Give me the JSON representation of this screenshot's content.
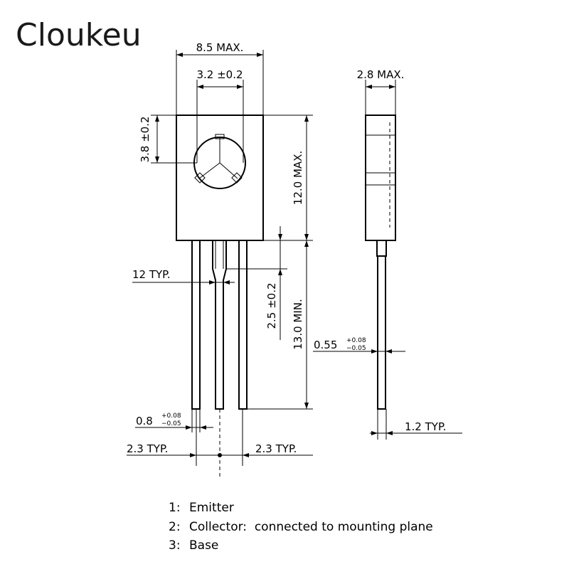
{
  "brand": "Cloukeu",
  "front_view": {
    "width_max": "8.5 MAX.",
    "hole_pitch": "3.2 ±0.2",
    "hole_offset": "3.8 ±0.2",
    "body_height_max": "12.0 MAX.",
    "lead_typ": "12 TYP.",
    "lead_step": "2.5 ±0.2",
    "lead_length_min": "13.0 MIN.",
    "lead_width": "0.8",
    "lead_width_tol_plus": "+0.08",
    "lead_width_tol_minus": "−0.05",
    "pitch_left": "2.3 TYP.",
    "pitch_right": "2.3 TYP."
  },
  "side_view": {
    "thickness_max": "2.8 MAX.",
    "lead_thickness": "0.55",
    "lead_thickness_tol_plus": "+0.08",
    "lead_thickness_tol_minus": "−0.05",
    "lead_offset": "1.2 TYP."
  },
  "pins": [
    {
      "num": "1:",
      "desc": "Emitter"
    },
    {
      "num": "2:",
      "desc": "Collector:  connected to mounting plane"
    },
    {
      "num": "3:",
      "desc": "Base"
    }
  ]
}
